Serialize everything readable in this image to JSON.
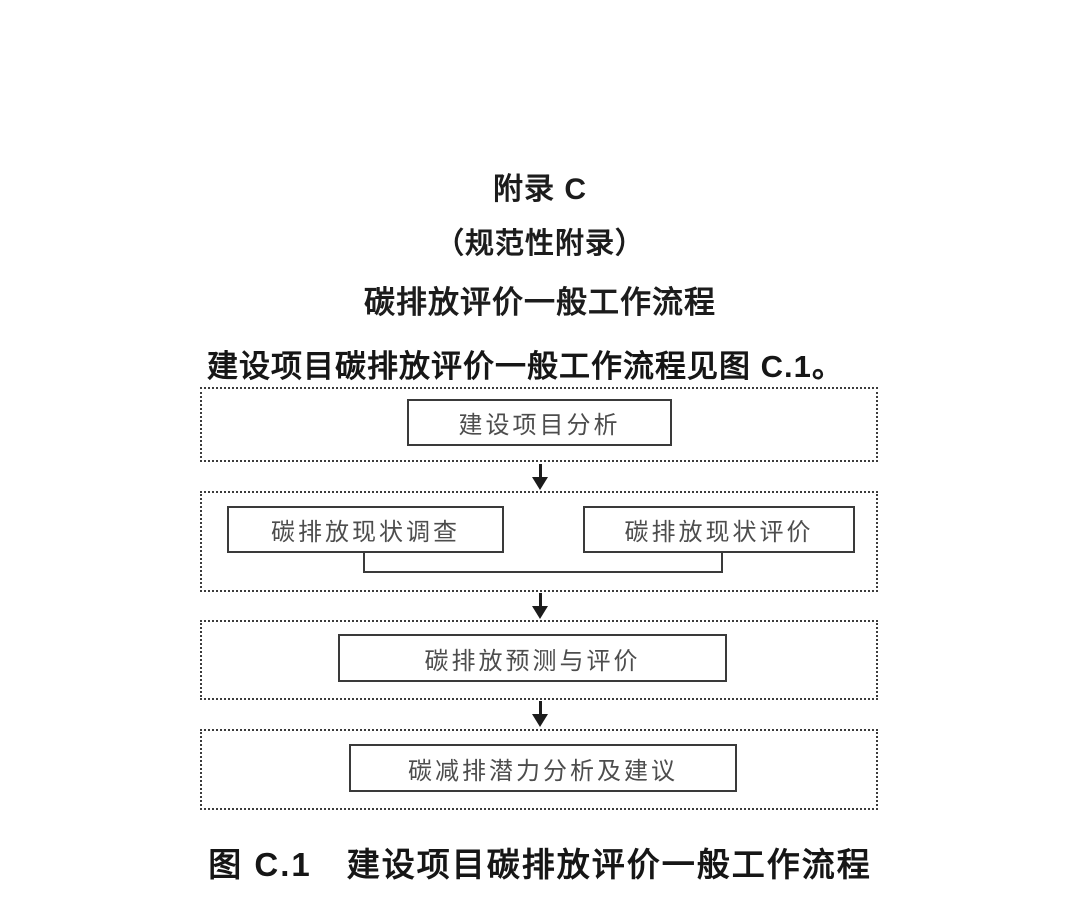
{
  "document": {
    "appendix_title": "附录 C",
    "appendix_type": "（规范性附录）",
    "appendix_subtitle": "碳排放评价一般工作流程",
    "intro_text": "建设项目碳排放评价一般工作流程见图 C.1。",
    "figure_caption": "图 C.1　建设项目碳排放评价一般工作流程"
  },
  "flowchart": {
    "stage1": {
      "box1": "建设项目分析"
    },
    "stage2": {
      "box1": "碳排放现状调查",
      "box2": "碳排放现状评价"
    },
    "stage3": {
      "box1": "碳排放预测与评价"
    },
    "stage4": {
      "box1": "碳减排潜力分析及建议"
    }
  },
  "colors": {
    "background": "#ffffff",
    "heading_text": "#1c1c1c",
    "box_text": "#4d4d4d",
    "solid_border": "#3a3a3a",
    "dotted_border": "#3c3c3c",
    "arrow": "#1c1c1c"
  }
}
